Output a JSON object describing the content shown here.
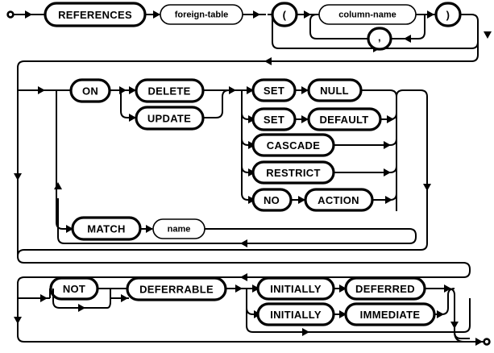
{
  "diagram": {
    "title": "REFERENCES clause railroad syntax diagram",
    "type": "railroad-syntax-diagram",
    "stroke_color": "#000000",
    "background_color": "#ffffff",
    "start_marker": "start-circle",
    "end_marker": "end-circle",
    "nodes": {
      "references": {
        "label": "REFERENCES",
        "kind": "terminal"
      },
      "foreign_table": {
        "label": "foreign-table",
        "kind": "nonterminal"
      },
      "lparen": {
        "label": "(",
        "kind": "terminal"
      },
      "column_name": {
        "label": "column-name",
        "kind": "nonterminal"
      },
      "comma": {
        "label": ",",
        "kind": "terminal"
      },
      "rparen": {
        "label": ")",
        "kind": "terminal"
      },
      "on": {
        "label": "ON",
        "kind": "terminal"
      },
      "delete": {
        "label": "DELETE",
        "kind": "terminal"
      },
      "update": {
        "label": "UPDATE",
        "kind": "terminal"
      },
      "set1": {
        "label": "SET",
        "kind": "terminal"
      },
      "null": {
        "label": "NULL",
        "kind": "terminal"
      },
      "set2": {
        "label": "SET",
        "kind": "terminal"
      },
      "default": {
        "label": "DEFAULT",
        "kind": "terminal"
      },
      "cascade": {
        "label": "CASCADE",
        "kind": "terminal"
      },
      "restrict": {
        "label": "RESTRICT",
        "kind": "terminal"
      },
      "no": {
        "label": "NO",
        "kind": "terminal"
      },
      "action": {
        "label": "ACTION",
        "kind": "terminal"
      },
      "match": {
        "label": "MATCH",
        "kind": "terminal"
      },
      "name": {
        "label": "name",
        "kind": "nonterminal"
      },
      "not": {
        "label": "NOT",
        "kind": "terminal"
      },
      "deferrable": {
        "label": "DEFERRABLE",
        "kind": "terminal"
      },
      "initially1": {
        "label": "INITIALLY",
        "kind": "terminal"
      },
      "deferred": {
        "label": "DEFERRED",
        "kind": "terminal"
      },
      "initially2": {
        "label": "INITIALLY",
        "kind": "terminal"
      },
      "immediate": {
        "label": "IMMEDIATE",
        "kind": "terminal"
      }
    }
  }
}
